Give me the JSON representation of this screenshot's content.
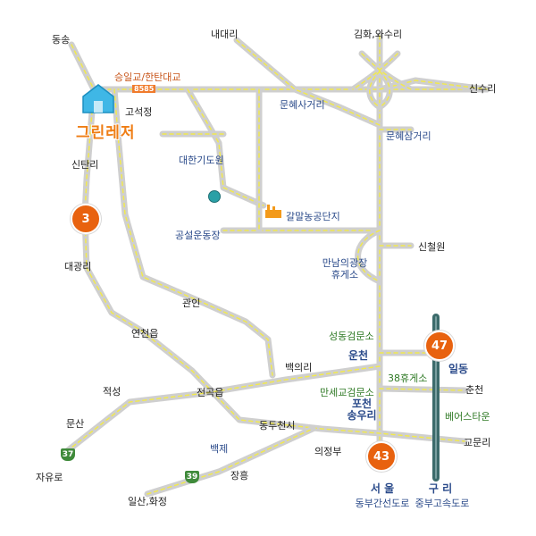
{
  "brand": {
    "name": "그린레저"
  },
  "highway_badges": {
    "route3": "3",
    "route47": "47",
    "route43": "43"
  },
  "shields": {
    "route37": "37",
    "route39": "39"
  },
  "exit_badge": "8585",
  "places": {
    "dongsong": "동송",
    "naedaeri": "내대리",
    "gimhwa": "김화,와수리",
    "sinsuri": "신수리",
    "seungil": "승일교/한탄대교",
    "goseokjeong": "고석정",
    "munhye_sa": "문혜사거리",
    "munhye_sam": "문혜삼거리",
    "sintanri": "신탄리",
    "daehan": "대한기도원",
    "galmal": "갈말농공단지",
    "gongseol": "공설운동장",
    "sincheolwon": "신철원",
    "manam": "만남의광장",
    "rest": "휴게소",
    "daegwangri": "대광리",
    "gwanin": "관인",
    "yeoncheon": "연천읍",
    "seongdong": "성동검문소",
    "uncheon": "운천",
    "baegui": "백의리",
    "rest38": "38휴게소",
    "ildong": "일동",
    "chuncheon": "춘천",
    "jeokseong": "적성",
    "jeongok": "전곡읍",
    "manse": "만세교검문소",
    "pocheon": "포천",
    "songuri": "송우리",
    "bearstown": "베어스타운",
    "munsan": "문산",
    "dongducheon": "동두천시",
    "baekje": "백제",
    "uijeongbu": "의정부",
    "gyomunri": "교문리",
    "jayuro": "자유로",
    "janghung": "장흥",
    "ilsan": "일산,화정",
    "seoul": "서 울",
    "seoul_road": "동부간선도로",
    "guri": "구 리",
    "guri_road": "중부고속도로"
  },
  "colors": {
    "road": "#cfcfcf",
    "road_dash": "#f1e94f",
    "highway": "#3c6b6b",
    "highway_line": "#7a9fa0",
    "badge": "#e8620f",
    "shield": "#3f8a3a",
    "brand": "#ef7d14"
  }
}
